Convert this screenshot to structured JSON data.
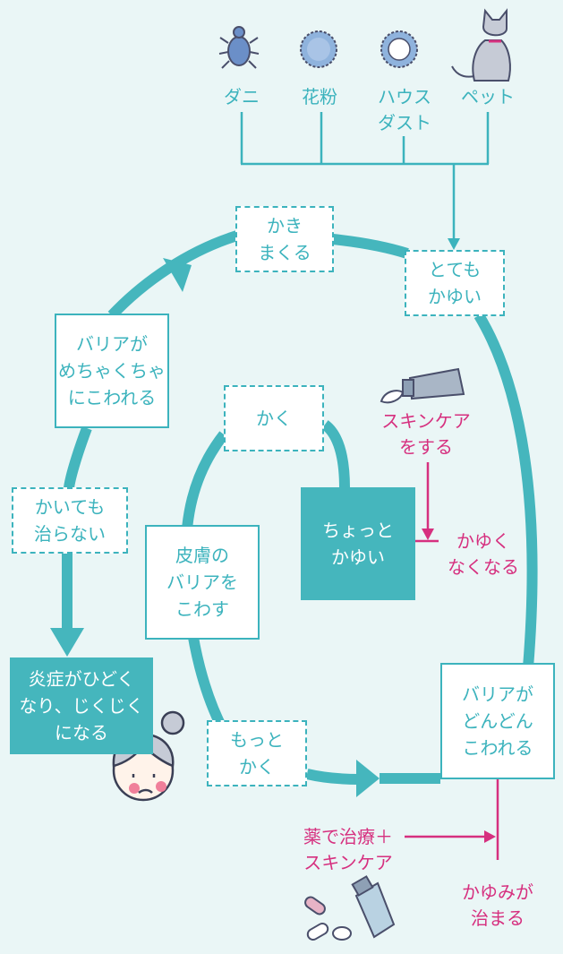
{
  "allergens": [
    {
      "label": "ダニ",
      "icon": "mite-icon"
    },
    {
      "label": "花粉",
      "icon": "pollen-icon"
    },
    {
      "label": "ハウス\nダスト",
      "icon": "house-dust-icon"
    },
    {
      "label": "ペット",
      "icon": "cat-icon"
    }
  ],
  "outer_cycle": {
    "kakimakuru": "かき\nまくる",
    "totemo_kayui": "とても\nかゆい",
    "barrier_dondon": "バリアが\nどんどん\nこわれる",
    "barrier_mechakucha": "バリアが\nめちゃくちゃ\nにこわれる",
    "kaitemo": "かいても\n治らない",
    "ensho": "炎症がひどく\nなり、じくじく\nになる"
  },
  "inner_cycle": {
    "kaku": "かく",
    "chotto_kayui": "ちょっと\nかゆい",
    "hifu_barrier": "皮膚の\nバリアを\nこわす",
    "motto_kaku": "もっと\nかく"
  },
  "skincare": {
    "action": "スキンケア\nをする",
    "result": "かゆく\nなくなる"
  },
  "treatment": {
    "action": "薬で治療＋\nスキンケア",
    "result": "かゆみが\n治まる"
  },
  "colors": {
    "teal": "#3cb3bd",
    "magenta": "#d6307f",
    "background": "#eaf6f6"
  }
}
